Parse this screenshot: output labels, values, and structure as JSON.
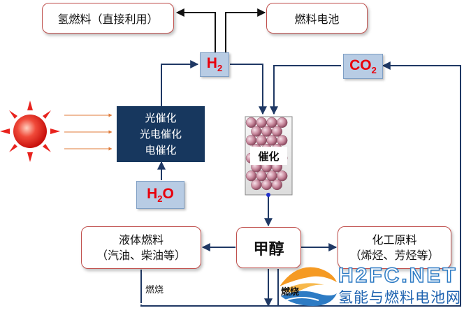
{
  "nodes": {
    "hydrogen_fuel": "氢燃料（直接利用）",
    "fuel_cell": "燃料电池",
    "h2": {
      "base": "H",
      "sub": "2"
    },
    "co2": {
      "base": "CO",
      "sub": "2"
    },
    "h2o": {
      "prefix": "H",
      "sub": "2",
      "suffix": "O"
    },
    "catalysis_lines": [
      "光催化",
      "光电催化",
      "电催化"
    ],
    "reactor": "催化",
    "methanol": "甲醇",
    "liquid_fuel_lines": [
      "液体燃料",
      "（汽油、柴油等）"
    ],
    "chemical_lines": [
      "化工原料",
      "（烯烃、芳烃等）"
    ]
  },
  "edge_labels": {
    "combustion": "燃烧"
  },
  "watermark": {
    "logo_text": "燃烧",
    "domain": "H2FC.NET",
    "name": "氢能与燃料电池网"
  },
  "colors": {
    "sun": "#e8221d",
    "arrow": "#1f3864",
    "navy": "#17375e",
    "red_border": "#c0504d",
    "formula": "#e8000b",
    "light_blue": "#b8cce4",
    "sphere": "#c98a9e"
  }
}
